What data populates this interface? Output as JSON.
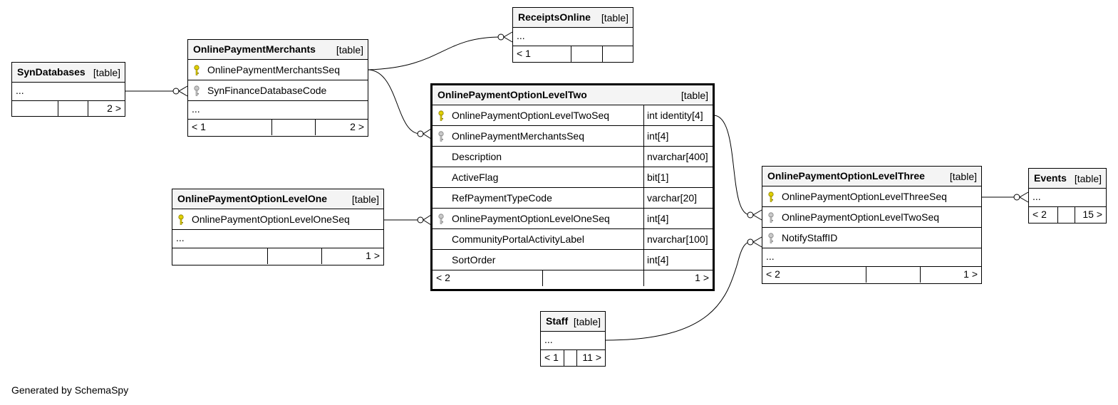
{
  "tables": {
    "syndatabases": {
      "name": "SynDatabases",
      "type": "[table]",
      "ellipsis": "...",
      "footer_right": "2 >"
    },
    "merchants": {
      "name": "OnlinePaymentMerchants",
      "type": "[table]",
      "columns": [
        {
          "name": "OnlinePaymentMerchantsSeq",
          "key": "primary"
        },
        {
          "name": "SynFinanceDatabaseCode",
          "key": "foreign"
        }
      ],
      "ellipsis": "...",
      "footer_left": "< 1",
      "footer_right": "2 >"
    },
    "receipts": {
      "name": "ReceiptsOnline",
      "type": "[table]",
      "ellipsis": "...",
      "footer_left": "< 1"
    },
    "leveltwo": {
      "name": "OnlinePaymentOptionLevelTwo",
      "type": "[table]",
      "columns": [
        {
          "name": "OnlinePaymentOptionLevelTwoSeq",
          "type": "int identity[4]",
          "key": "primary"
        },
        {
          "name": "OnlinePaymentMerchantsSeq",
          "type": "int[4]",
          "key": "foreign"
        },
        {
          "name": "Description",
          "type": "nvarchar[400]",
          "key": "none"
        },
        {
          "name": "ActiveFlag",
          "type": "bit[1]",
          "key": "none"
        },
        {
          "name": "RefPaymentTypeCode",
          "type": "varchar[20]",
          "key": "none"
        },
        {
          "name": "OnlinePaymentOptionLevelOneSeq",
          "type": "int[4]",
          "key": "foreign"
        },
        {
          "name": "CommunityPortalActivityLabel",
          "type": "nvarchar[100]",
          "key": "none"
        },
        {
          "name": "SortOrder",
          "type": "int[4]",
          "key": "none"
        }
      ],
      "footer_left": "< 2",
      "footer_right": "1 >"
    },
    "levelone": {
      "name": "OnlinePaymentOptionLevelOne",
      "type": "[table]",
      "columns": [
        {
          "name": "OnlinePaymentOptionLevelOneSeq",
          "key": "primary"
        }
      ],
      "ellipsis": "...",
      "footer_right": "1 >"
    },
    "levelthree": {
      "name": "OnlinePaymentOptionLevelThree",
      "type": "[table]",
      "columns": [
        {
          "name": "OnlinePaymentOptionLevelThreeSeq",
          "key": "primary"
        },
        {
          "name": "OnlinePaymentOptionLevelTwoSeq",
          "key": "foreign"
        },
        {
          "name": "NotifyStaffID",
          "key": "foreign"
        }
      ],
      "ellipsis": "...",
      "footer_left": "< 2",
      "footer_right": "1 >"
    },
    "events": {
      "name": "Events",
      "type": "[table]",
      "ellipsis": "...",
      "footer_left": "< 2",
      "footer_right": "15 >"
    },
    "staff": {
      "name": "Staff",
      "type": "[table]",
      "ellipsis": "...",
      "footer_left": "< 1",
      "footer_right": "11 >"
    }
  },
  "colors": {
    "primary_key": "#e0d000",
    "foreign_key": "#a8a8a8",
    "header_bg": "#f4f4f4"
  },
  "credit": "Generated by SchemaSpy"
}
